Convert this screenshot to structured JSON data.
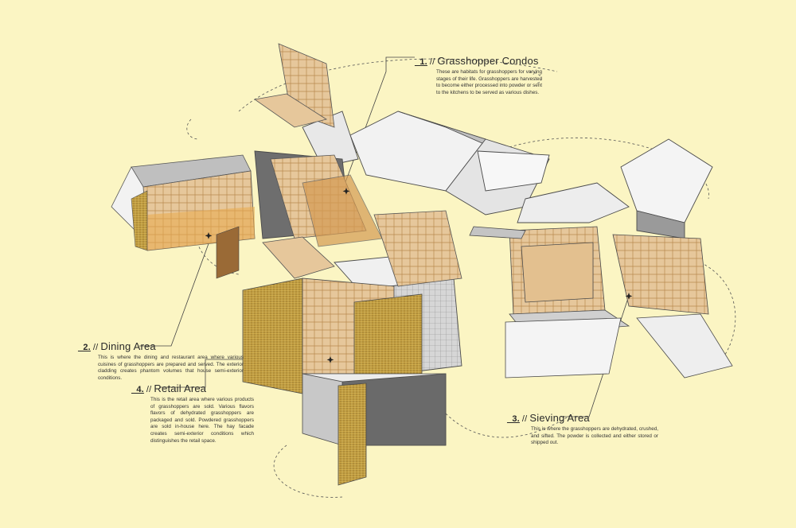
{
  "colors": {
    "background": "#fbf5c3",
    "wood": "#e6c79b",
    "wood_dark": "#b98a4f",
    "hay": "#c9a444",
    "panel_light": "#f2f2f2",
    "panel_mid": "#bfbfbf",
    "panel_dark": "#6e6e6e",
    "leader_line": "#444444"
  },
  "callouts": [
    {
      "id": "grasshopper-condos",
      "number": "_1.",
      "separator": "//",
      "title": "Grasshopper Condos",
      "body": "These are habitats for grasshoppers for varying stages of their life. Grasshoppers are harvested to become either processed into powder or sent to the kitchens to be served as various dishes."
    },
    {
      "id": "dining-area",
      "number": "_2.",
      "separator": "//",
      "title": "Dining Area",
      "body": "This is where the dining and restaurant area where various cuisines of grasshoppers are prepared and served. The exterior cladding creates phantom volumes that house semi-exterior conditions."
    },
    {
      "id": "sieving-area",
      "number": "_3.",
      "separator": "//",
      "title": "Sieving Area",
      "body": "This is where the grasshoppers are dehydrated, crushed, and sifted. The powder is collected and either stored or shipped out."
    },
    {
      "id": "retail-area",
      "number": "_4.",
      "separator": "//",
      "title": "Retail Area",
      "body": "This is the retail area where various products of grasshoppers are sold. Various flavors flavors of dehydrated grasshoppers are packaged and sold. Powdered grasshoppers are sold in-house here. The hay facade creates semi-exterior conditions which distinguishes the retail space."
    }
  ]
}
